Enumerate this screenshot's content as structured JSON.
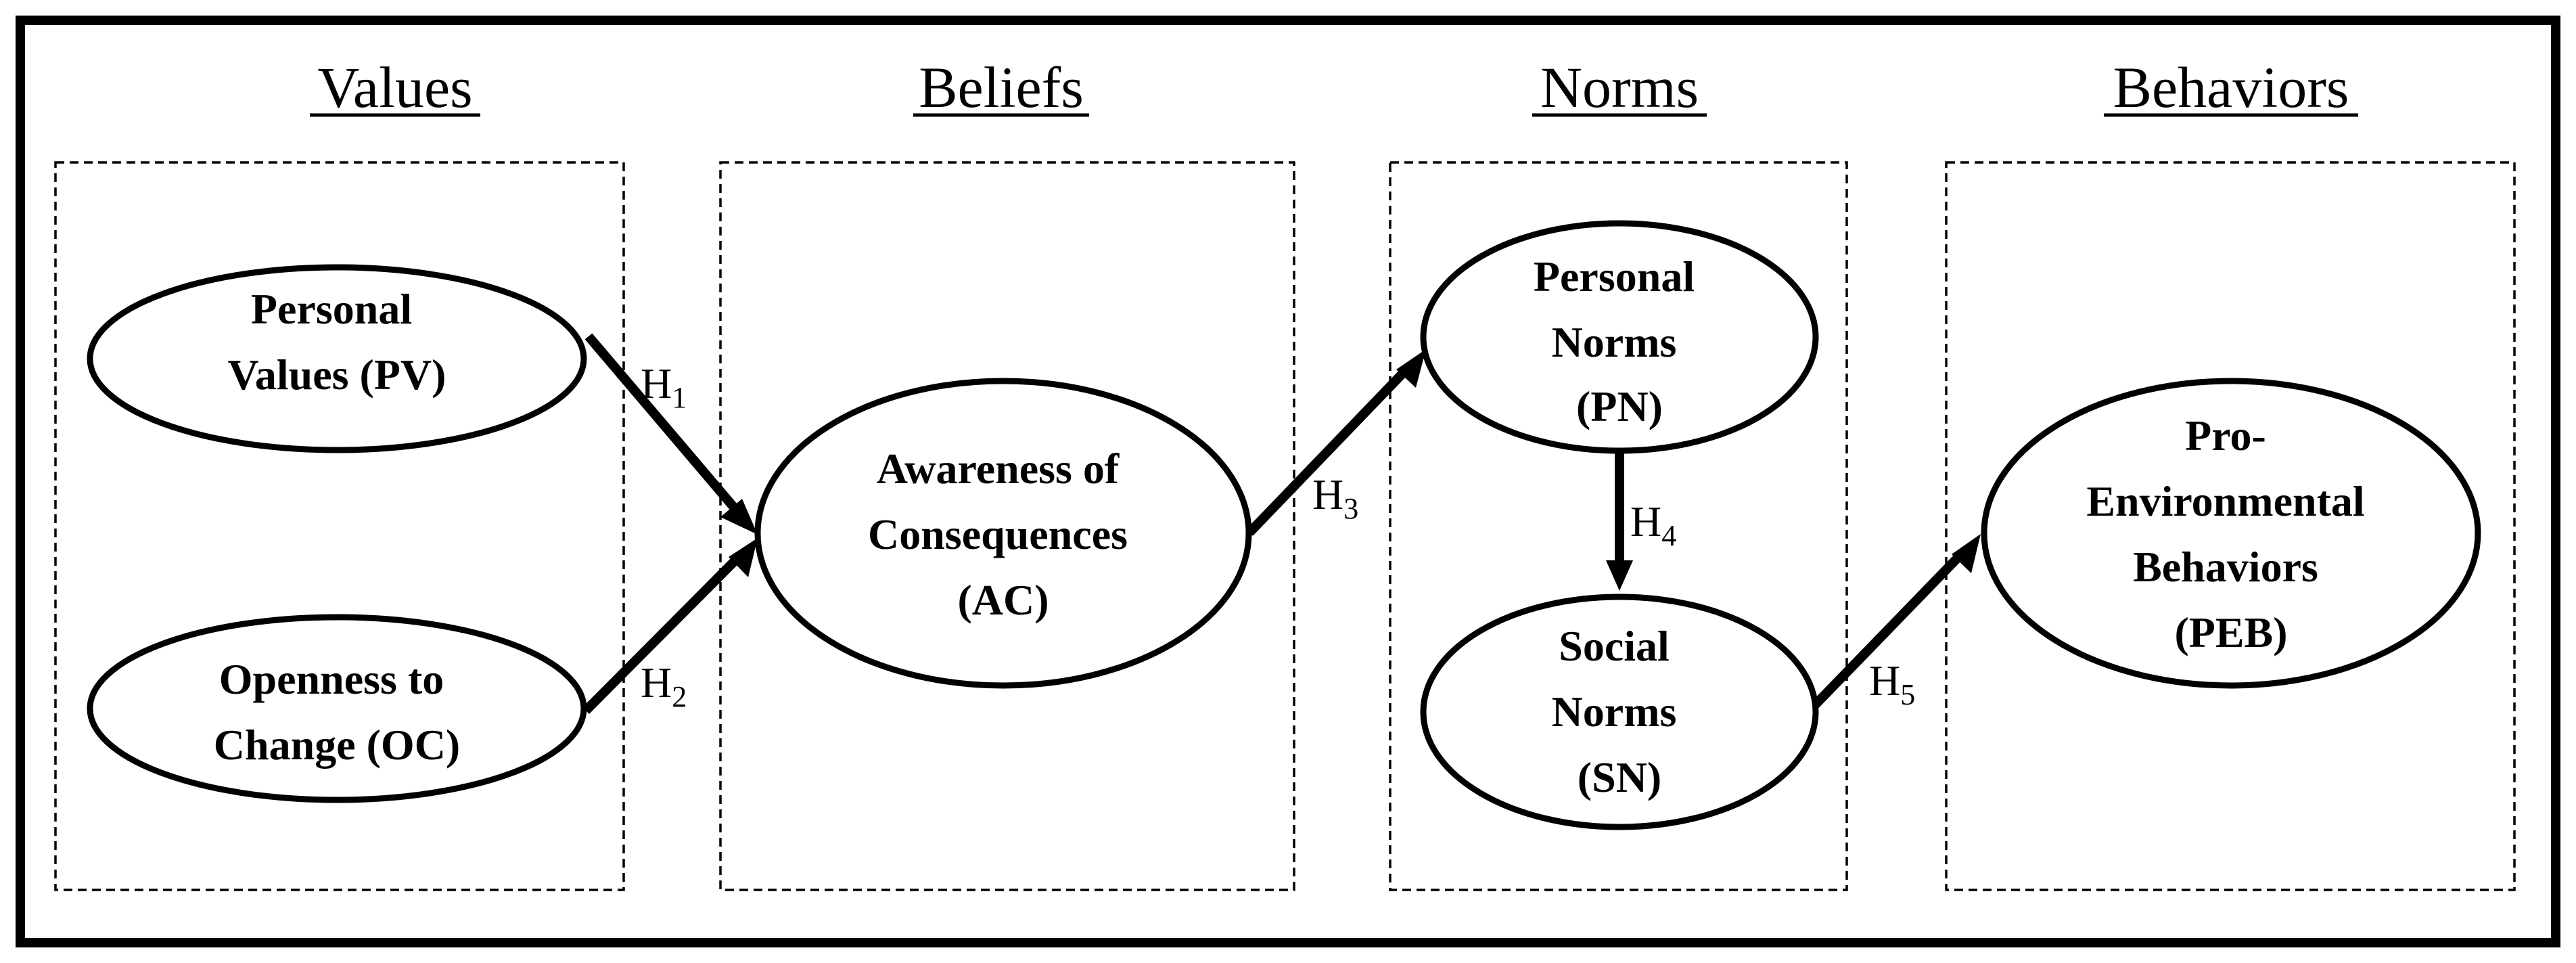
{
  "headers": {
    "values": "Values",
    "beliefs": "Beliefs",
    "norms": "Norms",
    "behaviors": "Behaviors"
  },
  "nodes": {
    "pv": {
      "lines": [
        "Personal",
        "Values (PV)"
      ]
    },
    "oc": {
      "lines": [
        "Openness to",
        "Change (OC)"
      ]
    },
    "ac": {
      "lines": [
        "Awareness of",
        "Consequences",
        "(AC)"
      ]
    },
    "pn": {
      "lines": [
        "Personal",
        "Norms",
        "(PN)"
      ]
    },
    "sn": {
      "lines": [
        "Social",
        "Norms",
        "(SN)"
      ]
    },
    "peb": {
      "lines": [
        "Pro-",
        "Environmental",
        "Behaviors",
        "(PEB)"
      ]
    }
  },
  "hypotheses": {
    "h1": {
      "base": "H",
      "sub": "1"
    },
    "h2": {
      "base": "H",
      "sub": "2"
    },
    "h3": {
      "base": "H",
      "sub": "3"
    },
    "h4": {
      "base": "H",
      "sub": "4"
    },
    "h5": {
      "base": "H",
      "sub": "5"
    }
  },
  "colors": {
    "stroke": "#000000",
    "background": "#ffffff"
  }
}
